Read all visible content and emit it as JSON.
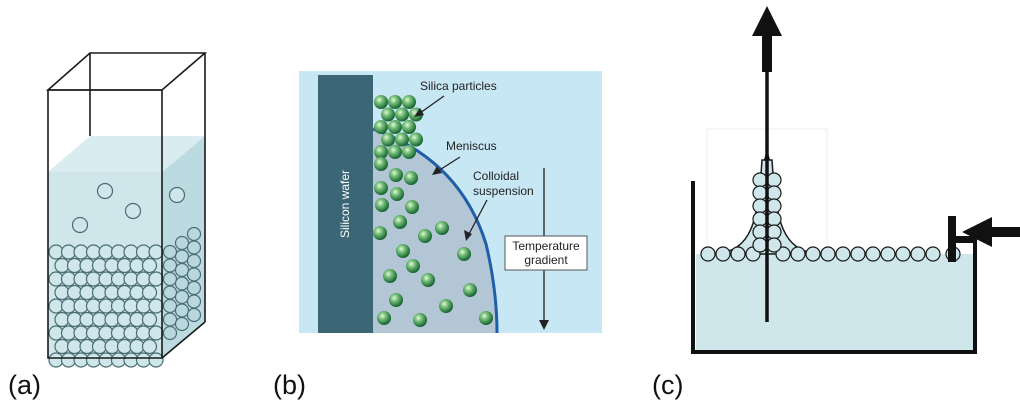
{
  "panels": {
    "a": {
      "label": "(a)"
    },
    "b": {
      "label": "(b)",
      "wafer_label": "Silicon wafer",
      "annotations": {
        "silica": "Silica particles",
        "meniscus": "Meniscus",
        "colloidal_line1": "Colloidal",
        "colloidal_line2": "suspension",
        "temperature_line1": "Temperature",
        "temperature_line2": "gradient"
      }
    },
    "c": {
      "label": "(c)"
    }
  },
  "colors": {
    "liquid": "#cfe6ea",
    "liquid_dark": "#b9d8de",
    "particle_outline": "#4a6e73",
    "panel_b_bg": "#c8e7f5",
    "wafer": "#3b6676",
    "meniscus": "#1f5fa8",
    "particle_green": "#2f9a55"
  }
}
